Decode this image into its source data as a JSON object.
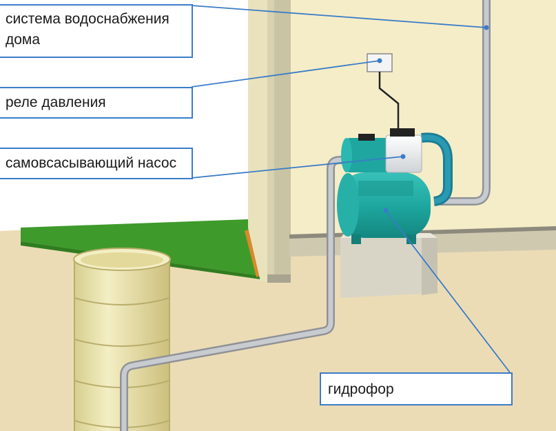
{
  "labels": {
    "water_system": "система водоснабжения\nдома",
    "pressure_relay": "реле давления",
    "pump": "самовсасывающий насос",
    "hydrophore": "гидрофор"
  },
  "colors": {
    "ground": "#ecdcb6",
    "grass": "#3f9a2c",
    "wall": "#f5edc8",
    "pipe": "#b3b6ba",
    "pump": "#1fa6a0",
    "leader": "#3a7cc7",
    "well": "#e8e0a8"
  }
}
